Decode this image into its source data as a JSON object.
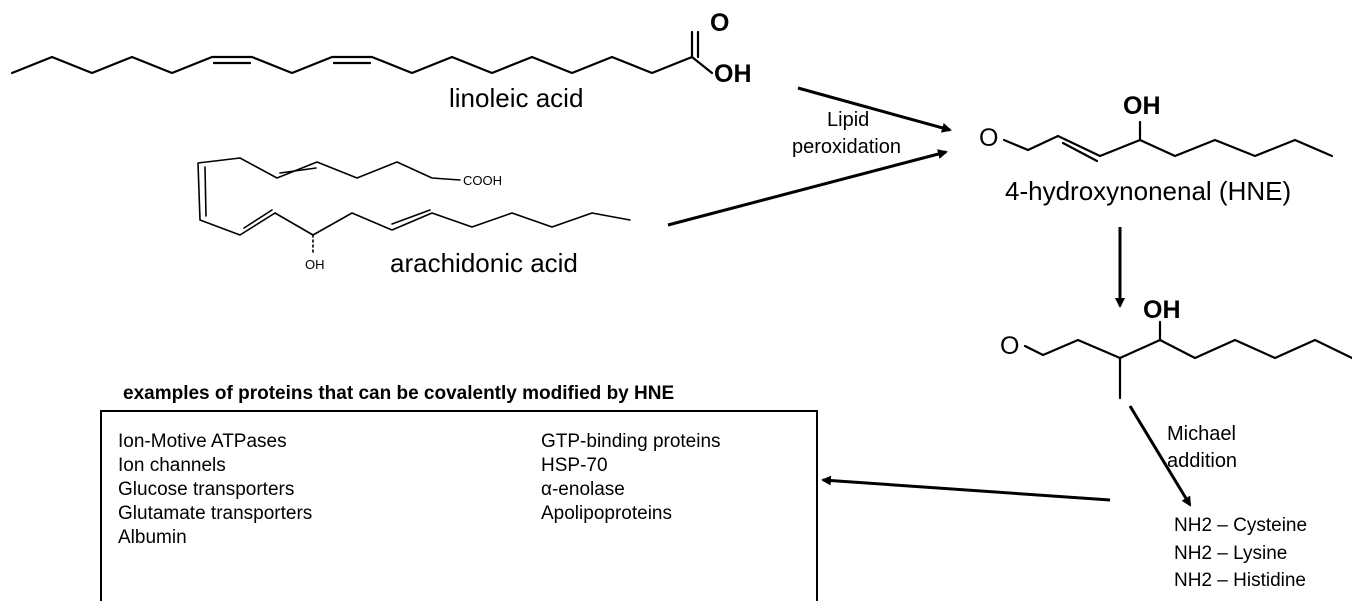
{
  "molecules": {
    "linoleic_acid": "linoleic acid",
    "arachidonic_acid": "arachidonic acid",
    "hne": "4-hydroxynonenal (HNE)"
  },
  "atoms": {
    "O": "O",
    "OH": "OH",
    "COOH": "COOH"
  },
  "reactions": {
    "lipid_peroxidation": [
      "Lipid",
      "peroxidation"
    ],
    "michael_addition": [
      "Michael",
      "addition"
    ]
  },
  "amino_acids": [
    "NH2 – Cysteine",
    "NH2 – Lysine",
    "NH2 – Histidine"
  ],
  "proteins": {
    "title": "examples of proteins that can be covalently modified by HNE",
    "column_left": [
      "Ion-Motive ATPases",
      "Ion channels",
      "Glucose transporters",
      "Glutamate transporters",
      "Albumin"
    ],
    "column_right": [
      "GTP-binding proteins",
      "HSP-70",
      "α-enolase",
      "Apolipoproteins"
    ]
  }
}
